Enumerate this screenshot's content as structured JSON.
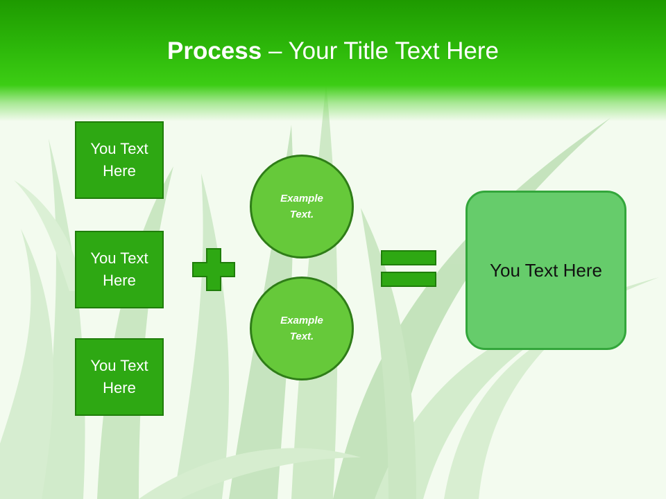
{
  "slide": {
    "title_bold": "Process",
    "title_rest": " – Your Title Text Here"
  },
  "boxes": [
    {
      "line1": "You Text",
      "line2": "Here"
    },
    {
      "line1": "You Text",
      "line2": "Here"
    },
    {
      "line1": "You Text",
      "line2": "Here"
    }
  ],
  "circles": [
    {
      "line1": "Example",
      "line2": "Text."
    },
    {
      "line1": "Example",
      "line2": "Text."
    }
  ],
  "result": {
    "text": "You Text Here"
  },
  "colors": {
    "header_green": "#2db80a",
    "box_fill": "#2ea813",
    "circle_fill": "#66c93a",
    "result_fill": "#66cc6b",
    "operator_fill": "#2ea813"
  },
  "icons": {
    "operator_1": "plus-sign",
    "operator_2": "equals-sign",
    "background": "grass-leaves"
  }
}
